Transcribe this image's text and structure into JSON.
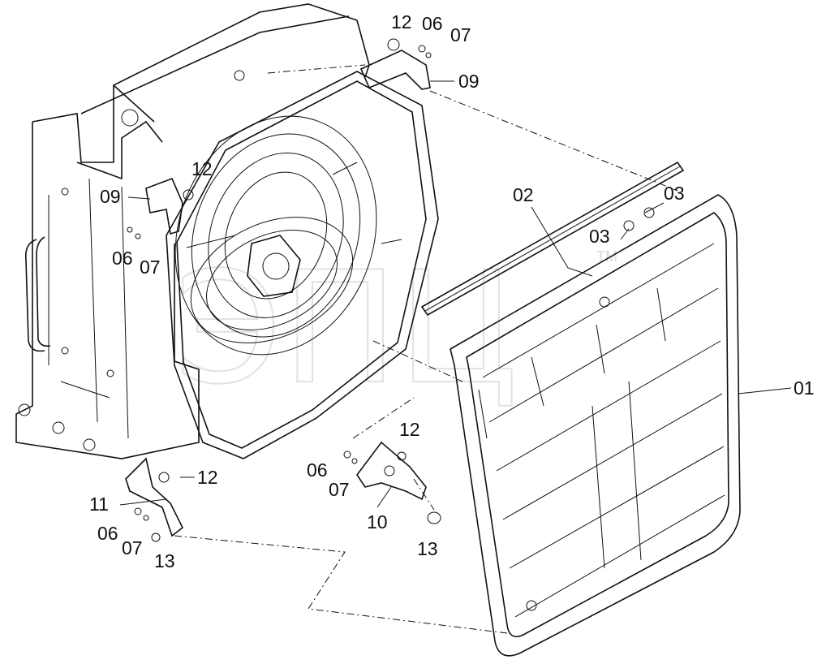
{
  "watermark": {
    "text": "ЭПЦ",
    "mark": "TM"
  },
  "callouts": {
    "c12_top": "12",
    "c06_top": "06",
    "c07_top": "07",
    "c09_top": "09",
    "c12_left": "12",
    "c09_left": "09",
    "c06_left": "06",
    "c07_left": "07",
    "c02": "02",
    "c03_a": "03",
    "c03_b": "03",
    "c01": "01",
    "c12_mid": "12",
    "c06_mid": "06",
    "c07_mid": "07",
    "c10": "10",
    "c13_mid": "13",
    "c12_low": "12",
    "c11": "11",
    "c06_low": "06",
    "c07_low": "07",
    "c13_low": "13"
  },
  "icons": [
    "radiator-assembly",
    "fan-shroud",
    "grille-panel",
    "seal-strip",
    "bracket",
    "bolt",
    "washer",
    "nut"
  ]
}
